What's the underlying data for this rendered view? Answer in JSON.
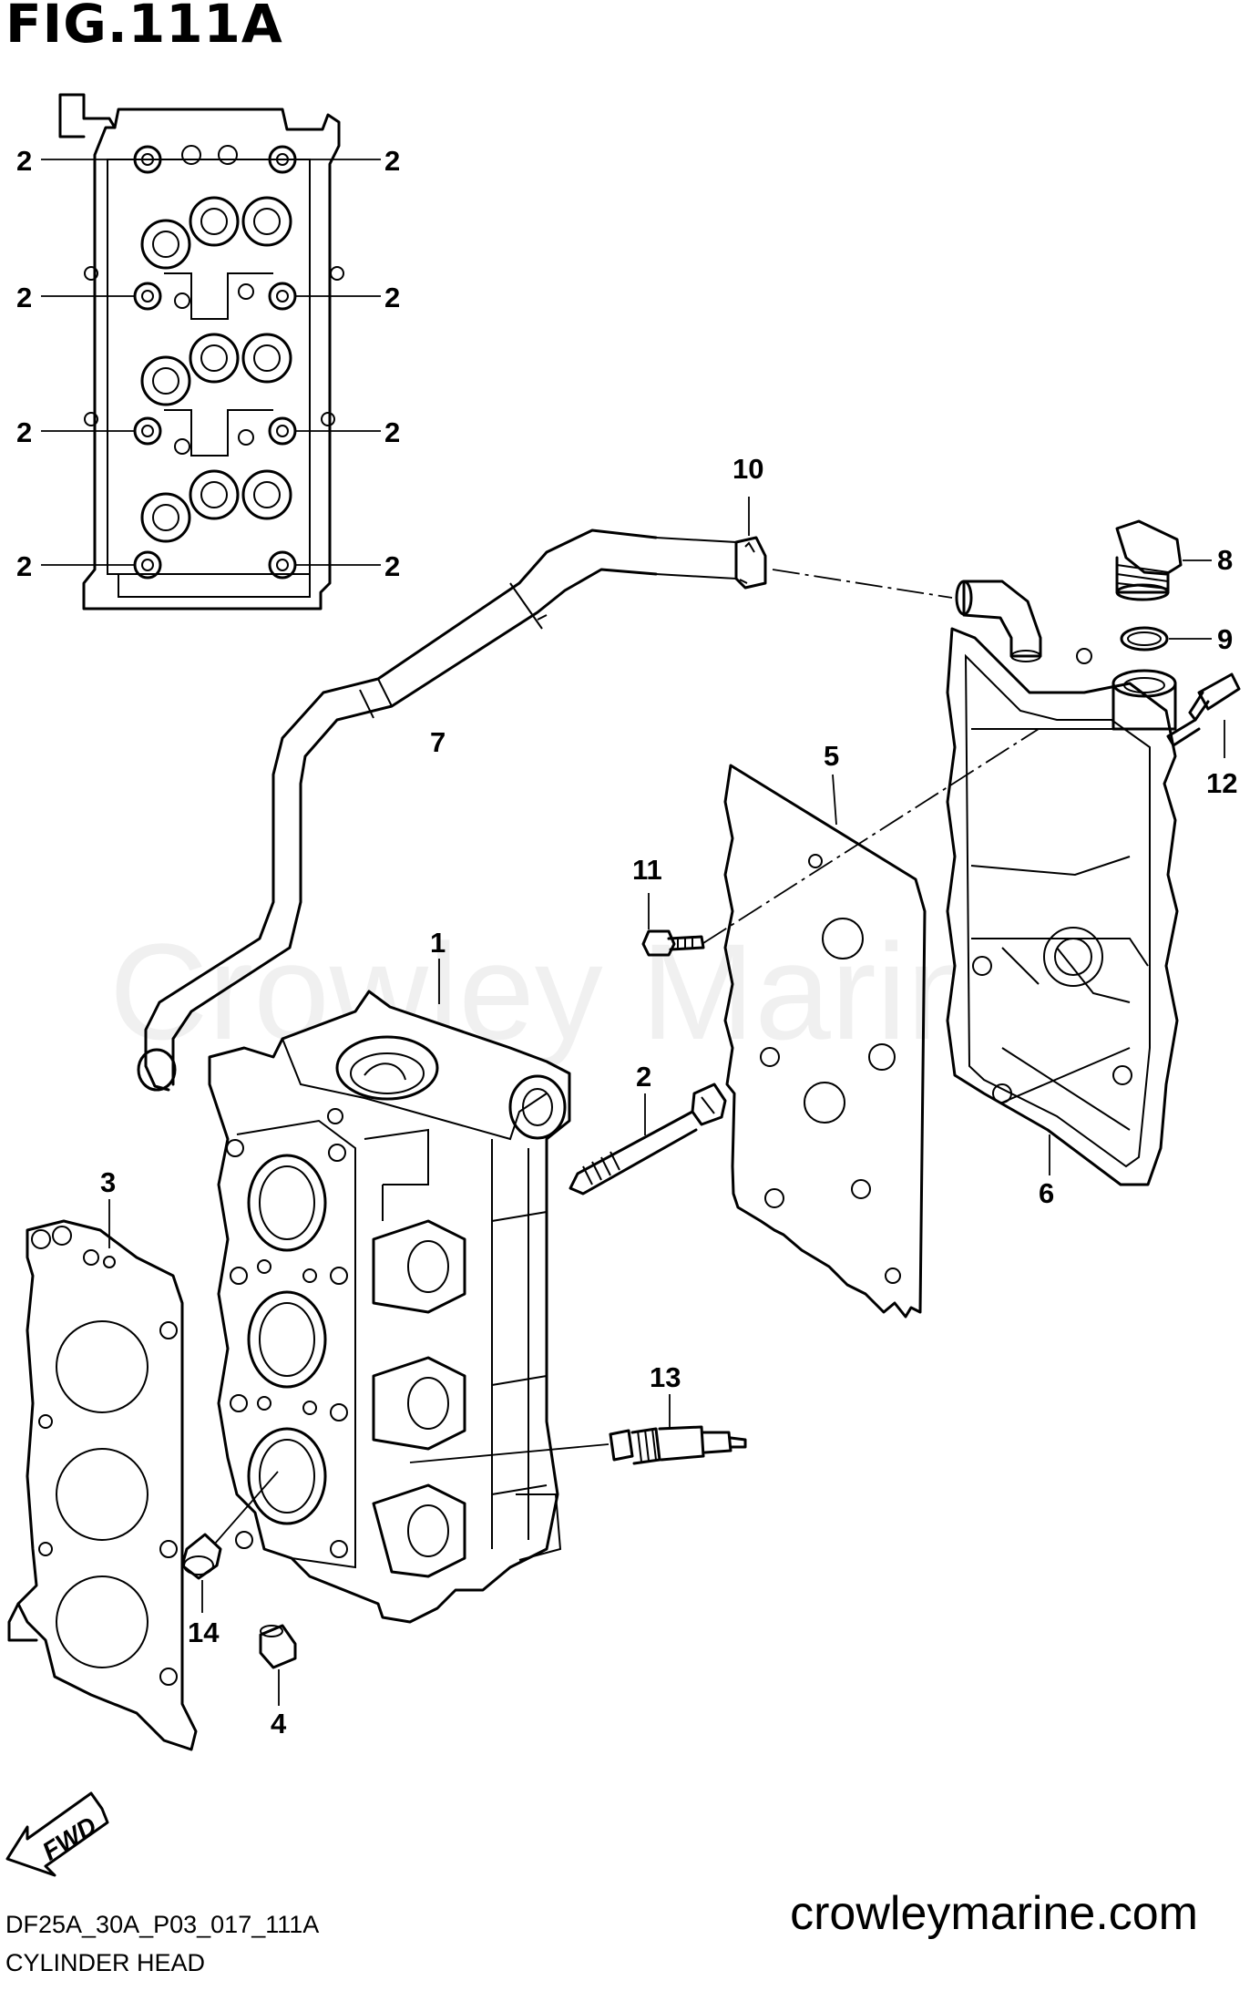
{
  "figure": {
    "title": "FIG.111A",
    "drawing_code": "DF25A_30A_P03_017_111A",
    "caption": "CYLINDER HEAD",
    "website": "crowleymarine.com",
    "watermark": "Crowley Marine",
    "direction_label": "FWD"
  },
  "callouts": {
    "p1": "1",
    "p2": "2",
    "p3": "3",
    "p4": "4",
    "p5": "5",
    "p6": "6",
    "p7": "7",
    "p8": "8",
    "p9": "9",
    "p10": "10",
    "p11": "11",
    "p12": "12",
    "p13": "13",
    "p14": "14"
  }
}
